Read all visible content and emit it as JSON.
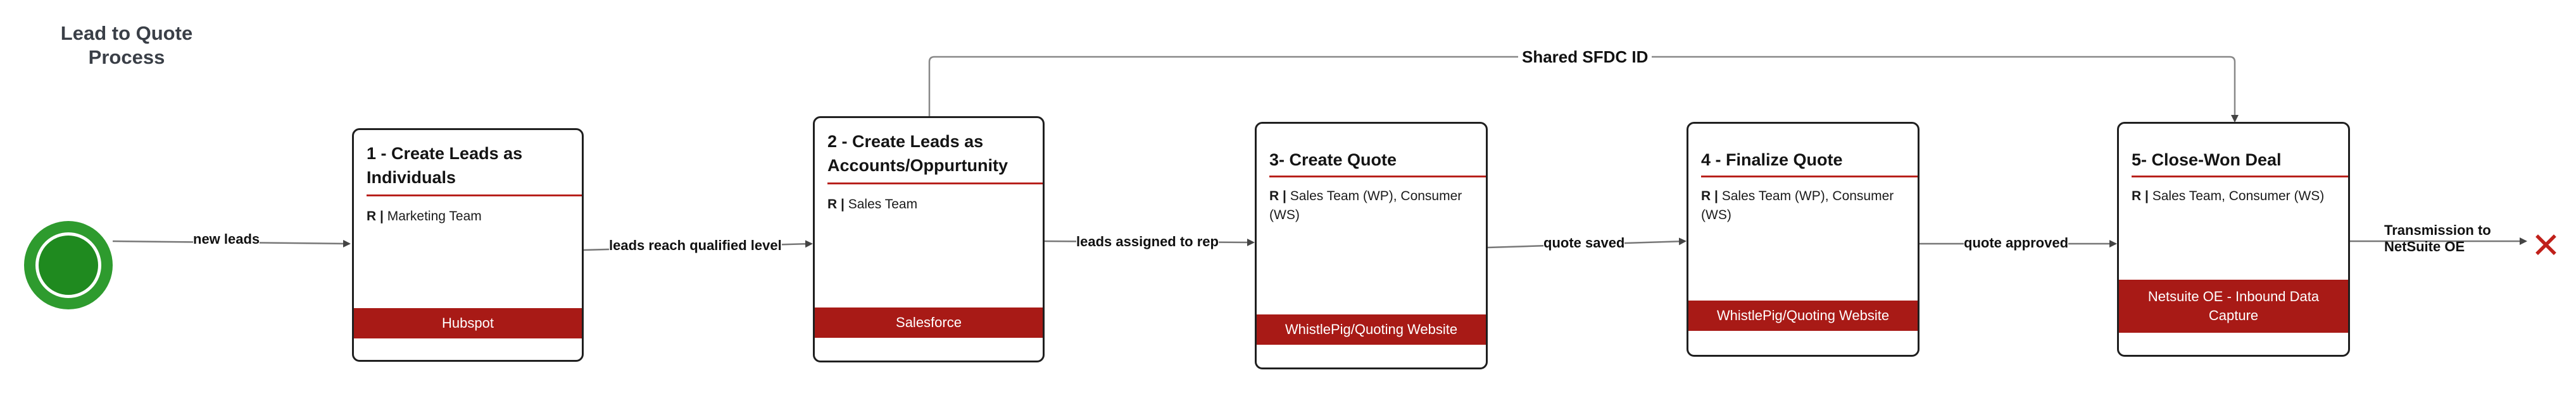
{
  "title": "Lead to Quote Process",
  "steps": [
    {
      "heading": "1 - Create Leads as Individuals",
      "role_tag": "R",
      "role": "Marketing Team",
      "system": "Hubspot"
    },
    {
      "heading": "2 - Create Leads as Accounts/Oppurtunity",
      "role_tag": "R",
      "role": "Sales Team",
      "system": "Salesforce"
    },
    {
      "heading": "3- Create Quote",
      "role_tag": "R",
      "role": "Sales Team (WP), Consumer (WS)",
      "system": "WhistlePig/Quoting Website"
    },
    {
      "heading": "4 - Finalize Quote",
      "role_tag": "R",
      "role": "Sales Team (WP), Consumer (WS)",
      "system": "WhistlePig/Quoting Website"
    },
    {
      "heading": "5- Close-Won Deal",
      "role_tag": "R",
      "role": "Sales Team, Consumer (WS)",
      "system": "Netsuite OE - Inbound Data Capture"
    }
  ],
  "connectors": {
    "new_leads": "new leads",
    "qualified": "leads reach qualified level",
    "assigned": "leads assigned to rep",
    "saved": "quote saved",
    "approved": "quote approved",
    "transmission": "Transmission to NetSuite OE",
    "shared_id": "Shared SFDC ID"
  },
  "colors": {
    "start": "#2e9b2e",
    "accent": "#a81a16",
    "border": "#1f1f1f",
    "end": "#c0201a"
  },
  "icons": {
    "start": "start-event-circle",
    "end": "end-x-mark"
  }
}
